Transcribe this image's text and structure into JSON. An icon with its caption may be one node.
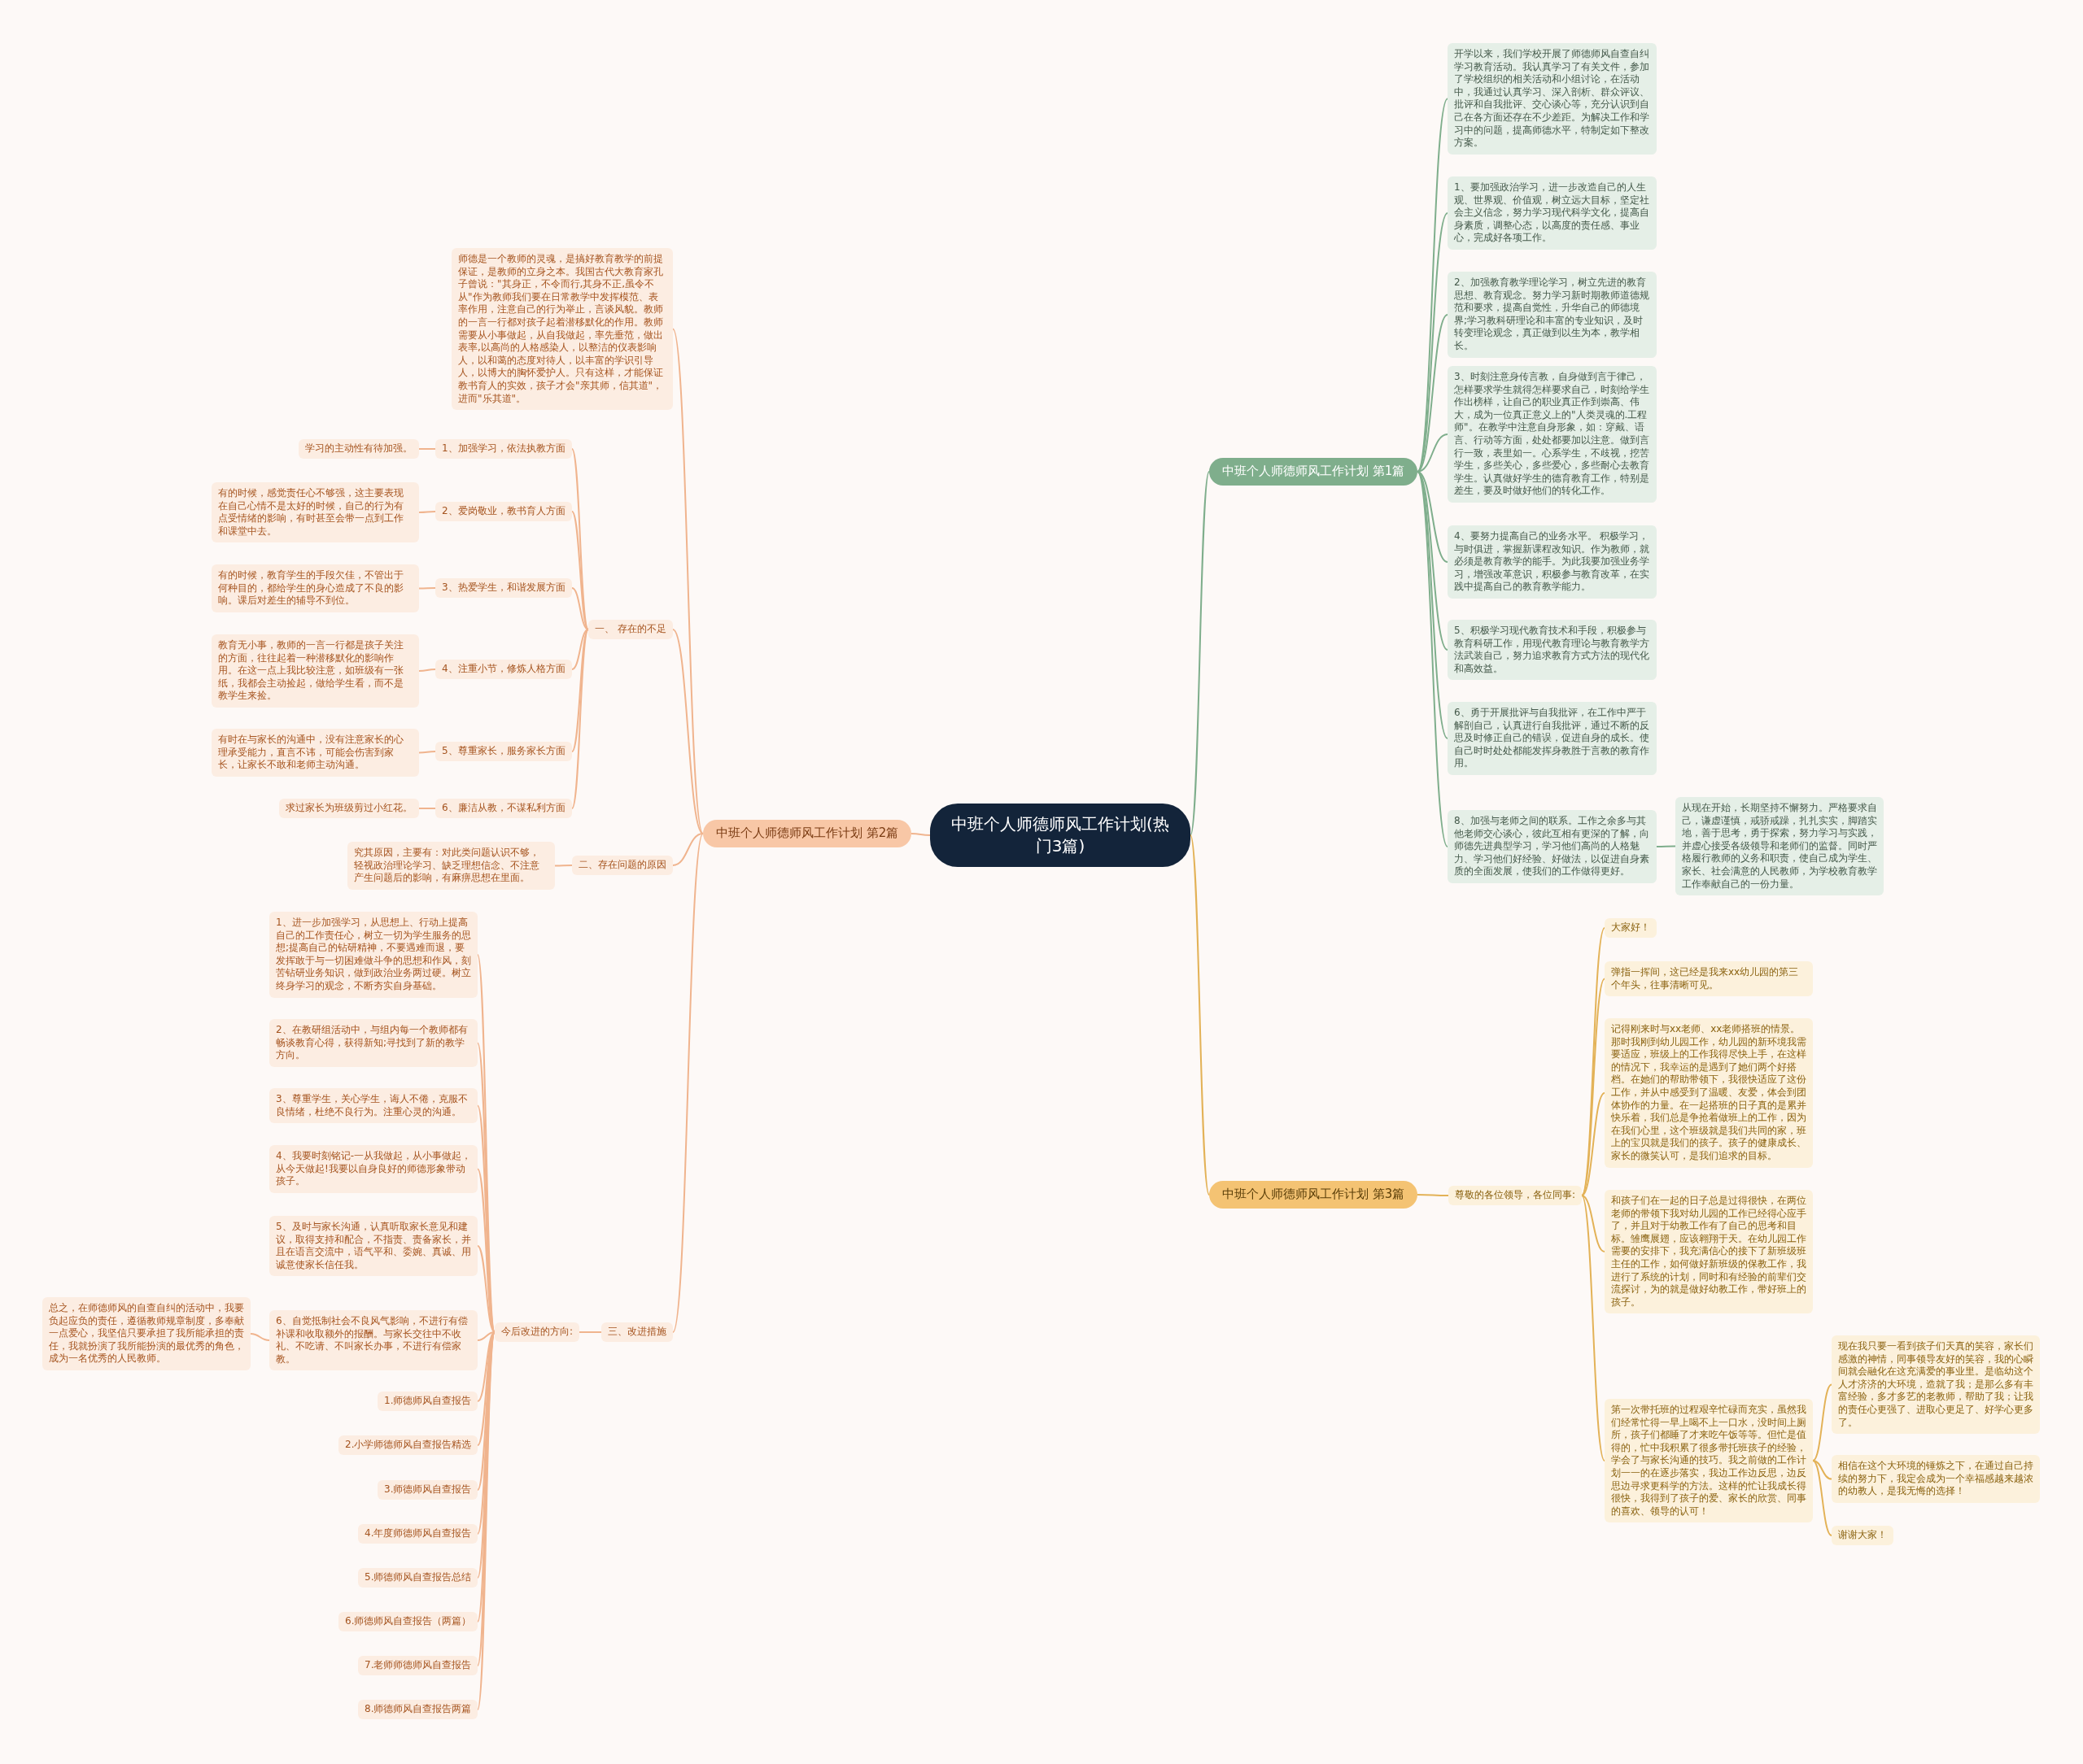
{
  "diagram": {
    "nodes": [
      {
        "text": [
          "中班个人师德师风工作计划(热门3篇)"
        ]
      },
      {
        "text": [
          "中班个人师德师风工作计划 第1篇"
        ]
      },
      {
        "text": [
          "开学以来，我们学校开展了师德师风自查自纠学习教育活动。我认真学习了有关文件，参加了学校组织的相关活动和小组讨论，在活动中，我通过认真学习、深入剖析、群众评议、批评和自我批评、交心谈心等，充分认识到自己在各方面还存在不少差距。为解决工作和学习中的问题，提高师德水平，特制定如下整改方案。"
        ]
      },
      {
        "text": [
          "1、要加强政治学习，进一步改造自己的人生观、世界观、价值观，树立远大目标，坚定社会主义信念，努力学习现代科学文化，提高自身素质，调整心态，以高度的责任感、事业心，完成好各项工作。"
        ]
      },
      {
        "text": [
          "2、加强教育教学理论学习，树立先进的教育思想、教育观念。努力学习新时期教师道德规范和要求，提高自觉性，升华自己的师德境界;学习教科研理论和丰富的专业知识，及时转变理论观念，真正做到以生为本，教学相长。"
        ]
      },
      {
        "text": [
          "3、时刻注意身传言教，自身做到言于律己，怎样要求学生就得怎样要求自己，时刻给学生作出榜样，让自己的职业真正作到崇高、伟大，成为一位真正意义上的\"人类灵魂的.工程师\"。在教学中注意自身形象，如：穿戴、语言、行动等方面，处处都要加以注意。做到言行一致，表里如一。心系学生，不歧视，挖苦学生，多些关心，多些爱心，多些耐心去教育学生。认真做好学生的德育教育工作，特别是差生，要及时做好他们的转化工作。"
        ]
      },
      {
        "text": [
          "4、要努力提高自己的业务水平。 积极学习，与时俱进，掌握新课程改知识。作为教师，就必须是教育教学的能手。为此我要加强业务学习，增强改革意识，积极参与教育改革，在实践中提高自己的教育教学能力。"
        ]
      },
      {
        "text": [
          "5、积极学习现代教育技术和手段，积极参与教育科研工作，用现代教育理论与教育教学方法武装自己，努力追求教育方式方法的现代化和高效益。"
        ]
      },
      {
        "text": [
          "6、勇于开展批评与自我批评，在工作中严于解剖自己，认真进行自我批评，通过不断的反思及时修正自己的错误，促进自身的成长。使自己时时处处都能发挥身教胜于言教的教育作用。"
        ]
      },
      {
        "text": [
          "8、加强与老师之间的联系。工作之余多与其他老师交心谈心，彼此互相有更深的了解，向师德先进典型学习，学习他们高尚的人格魅力、学习他们好经验、好做法，以促进自身素质的全面发展，使我们的工作做得更好。"
        ]
      },
      {
        "text": [
          "从现在开始，长期坚持不懈努力。严格要求自己，谦虚谨慎，戒骄戒躁，扎扎实实，脚踏实地，善于思考，勇于探索，努力学习与实践，并虚心接受各级领导和老师们的监督。同时严格履行教师的义务和职责，使自己成为学生、家长、社会满意的人民教师，为学校教育教学工作奉献自己的一份力量。"
        ]
      },
      {
        "text": [
          "中班个人师德师风工作计划 第2篇"
        ]
      },
      {
        "text": [
          "师德是一个教师的灵魂，是搞好教育教学的前提保证，是教师的立身之本。我国古代大教育家孔子曾说：\"其身正，不令而行,其身不正,虽令不从\"作为教师我们要在日常教学中发挥模范、表率作用，注意自己的行为举止，言谈风貌。教师的一言一行都对孩子起着潜移默化的作用。教师需要从小事做起，从自我做起，率先垂范，做出表率,以高尚的人格感染人，以整洁的仪表影响人，以和蔼的态度对待人，以丰富的学识引导人，以博大的胸怀爱护人。只有这样，才能保证教书育人的实效，孩子才会\"亲其师，信其道\"，进而\"乐其道\"。"
        ]
      },
      {
        "text": [
          "一、 存在的不足"
        ]
      },
      {
        "text": [
          "1、加强学习，依法执教方面"
        ]
      },
      {
        "text": [
          "学习的主动性有待加强。"
        ]
      },
      {
        "text": [
          "2、爱岗敬业，教书育人方面"
        ]
      },
      {
        "text": [
          "有的时候，感觉责任心不够强，这主要表现在自己心情不是太好的时候，自己的行为有点受情绪的影响，有时甚至会带一点到工作和课堂中去。"
        ]
      },
      {
        "text": [
          "3、热爱学生，和谐发展方面"
        ]
      },
      {
        "text": [
          "有的时候，教育学生的手段欠佳，不管出于何种目的，都给学生的身心造成了不良的影响。课后对差生的辅导不到位。"
        ]
      },
      {
        "text": [
          "4、注重小节，修炼人格方面"
        ]
      },
      {
        "text": [
          "教育无小事，教师的一言一行都是孩子关注的方面，往往起着一种潜移默化的影响作用。在这一点上我比较注意，如班级有一张纸，我都会主动捡起，做给学生看，而不是教学生来捡。"
        ]
      },
      {
        "text": [
          "5、尊重家长，服务家长方面"
        ]
      },
      {
        "text": [
          "有时在与家长的沟通中，没有注意家长的心理承受能力，直言不讳，可能会伤害到家长，让家长不敢和老师主动沟通。"
        ]
      },
      {
        "text": [
          "6、廉洁从教，不谋私利方面"
        ]
      },
      {
        "text": [
          "求过家长为班级剪过小红花。"
        ]
      },
      {
        "text": [
          "二、存在问题的原因"
        ]
      },
      {
        "text": [
          "究其原因，主要有：对此类问题认识不够，轻视政治理论学习、缺乏理想信念、不注意产生问题后的影响，有麻痹思想在里面。"
        ]
      },
      {
        "text": [
          "三、改进措施"
        ]
      },
      {
        "text": [
          "今后改进的方向:"
        ]
      },
      {
        "text": [
          "1、进一步加强学习，从思想上、行动上提高自己的工作责任心，树立一切为学生服务的思想;提高自己的钻研精神，不要遇难而退，要发挥敢于与一切困难做斗争的思想和作风，刻苦钻研业务知识，做到政治业务两过硬。树立终身学习的观念，不断夯实自身基础。"
        ]
      },
      {
        "text": [
          "2、在教研组活动中，与组内每一个教师都有畅谈教育心得，获得新知;寻找到了新的教学方向。"
        ]
      },
      {
        "text": [
          "3、尊重学生，关心学生，诲人不倦，克服不良情绪，杜绝不良行为。注重心灵的沟通。"
        ]
      },
      {
        "text": [
          "4、我要时刻铭记-一从我做起，从小事做起，从今天做起!我要以自身良好的师德形象带动孩子。"
        ]
      },
      {
        "text": [
          "5、及时与家长沟通，认真听取家长意见和建议，取得支持和配合，不指责、责备家长，并且在语言交流中，语气平和、委婉、真诚、用诚意使家长信任我。"
        ]
      },
      {
        "text": [
          "6、自觉抵制社会不良风气影响，不进行有偿补课和收取额外的报酬。与家长交往中不收礼、不吃请、不叫家长办事，不进行有偿家教。"
        ]
      },
      {
        "text": [
          "总之，在师德师风的自查自纠的活动中，我要负起应负的责任，遵循教师规章制度，多奉献一点爱心，我坚信只要承担了我所能承担的责任，我就扮演了我所能扮演的最优秀的角色，成为一名优秀的人民教师。"
        ]
      },
      {
        "text": [
          "1.师德师风自查报告"
        ]
      },
      {
        "text": [
          "2.小学师德师风自查报告精选"
        ]
      },
      {
        "text": [
          "3.师德师风自查报告"
        ]
      },
      {
        "text": [
          "4.年度师德师风自查报告"
        ]
      },
      {
        "text": [
          "5.师德师风自查报告总结"
        ]
      },
      {
        "text": [
          "6.师德师风自查报告（两篇）"
        ]
      },
      {
        "text": [
          "7.老师师德师风自查报告"
        ]
      },
      {
        "text": [
          "8.师德师风自查报告两篇"
        ]
      },
      {
        "text": [
          "中班个人师德师风工作计划 第3篇"
        ]
      },
      {
        "text": [
          "尊敬的各位领导，各位同事:"
        ]
      },
      {
        "text": [
          "大家好！"
        ]
      },
      {
        "text": [
          "弹指一挥间，这已经是我来xx幼儿园的第三个年头，往事清晰可见。"
        ]
      },
      {
        "text": [
          "记得刚来时与xx老师、xx老师搭班的情景。那时我刚到幼儿园工作，幼儿园的新环境我需要适应，班级上的工作我得尽快上手，在这样的情况下，我幸运的是遇到了她们两个好搭档。在她们的帮助带领下，我很快适应了这份工作，并从中感受到了温暖、友爱，体会到团体协作的力量。在一起搭班的日子真的是累并快乐着，我们总是争抢着做班上的工作，因为在我们心里，这个班级就是我们共同的家，班上的宝贝就是我们的孩子。孩子的健康成长、家长的微笑认可，是我们追求的目标。"
        ]
      },
      {
        "text": [
          "和孩子们在一起的日子总是过得很快，在两位老师的带领下我对幼儿园的工作已经得心应手了，并且对于幼教工作有了自己的思考和目标。雏鹰展翅，应该翱翔于天。在幼儿园工作需要的安排下，我充满信心的接下了新班级班主任的工作，如何做好新班级的保教工作，我进行了系统的计划，同时和有经验的前辈们交流探讨，为的就是做好幼教工作，带好班上的孩子。"
        ]
      },
      {
        "text": [
          "第一次带托班的过程艰辛忙碌而充实，虽然我们经常忙得一早上喝不上一口水，没时间上厕所，孩子们都睡了才来吃午饭等等。但忙是值得的，忙中我积累了很多带托班孩子的经验，学会了与家长沟通的技巧。我之前做的工作计划一一的在逐步落实，我边工作边反思，边反思边寻求更科学的方法。这样的忙让我成长得很快，我得到了孩子的爱、家长的欣赏、同事的喜欢、领导的认可！"
        ]
      },
      {
        "text": [
          "现在我只要一看到孩子们天真的笑容，家长们感激的神情，同事领导友好的笑容，我的心瞬间就会融化在这充满爱的事业里。是临幼这个人才济济的大环境，造就了我；是那么多有丰富经验，多才多艺的老教师，帮助了我；让我的责任心更强了、进取心更足了、好学心更多了。"
        ]
      },
      {
        "text": [
          "相信在这个大环境的锤炼之下，在通过自己持续的努力下，我定会成为一个幸福感越来越浓的幼教人，是我无悔的选择！"
        ]
      },
      {
        "text": [
          "谢谢大家！"
        ]
      }
    ],
    "edges": [
      {
        "from": 0,
        "to": 1,
        "arrow": "none",
        "color": "#7fae8c"
      },
      {
        "from": 1,
        "to": 2,
        "arrow": "none",
        "color": "#7fae8c"
      },
      {
        "from": 1,
        "to": 3,
        "arrow": "none",
        "color": "#7fae8c"
      },
      {
        "from": 1,
        "to": 4,
        "arrow": "none",
        "color": "#7fae8c"
      },
      {
        "from": 1,
        "to": 5,
        "arrow": "none",
        "color": "#7fae8c"
      },
      {
        "from": 1,
        "to": 6,
        "arrow": "none",
        "color": "#7fae8c"
      },
      {
        "from": 1,
        "to": 7,
        "arrow": "none",
        "color": "#7fae8c"
      },
      {
        "from": 1,
        "to": 8,
        "arrow": "none",
        "color": "#7fae8c"
      },
      {
        "from": 1,
        "to": 9,
        "arrow": "none",
        "color": "#7fae8c"
      },
      {
        "from": 9,
        "to": 10,
        "arrow": "none",
        "color": "#7fae8c"
      },
      {
        "from": 0,
        "to": 11,
        "arrow": "none"
      },
      {
        "from": 11,
        "to": 12,
        "arrow": "none"
      },
      {
        "from": 11,
        "to": 13,
        "arrow": "none"
      },
      {
        "from": 13,
        "to": 14,
        "arrow": "none"
      },
      {
        "from": 14,
        "to": 15,
        "arrow": "none"
      },
      {
        "from": 13,
        "to": 16,
        "arrow": "none"
      },
      {
        "from": 16,
        "to": 17,
        "arrow": "none"
      },
      {
        "from": 13,
        "to": 18,
        "arrow": "none"
      },
      {
        "from": 18,
        "to": 19,
        "arrow": "none"
      },
      {
        "from": 13,
        "to": 20,
        "arrow": "none"
      },
      {
        "from": 20,
        "to": 21,
        "arrow": "none"
      },
      {
        "from": 13,
        "to": 22,
        "arrow": "none"
      },
      {
        "from": 22,
        "to": 23,
        "arrow": "none"
      },
      {
        "from": 13,
        "to": 24,
        "arrow": "none"
      },
      {
        "from": 24,
        "to": 25,
        "arrow": "none"
      },
      {
        "from": 11,
        "to": 26,
        "arrow": "none"
      },
      {
        "from": 26,
        "to": 27,
        "arrow": "none"
      },
      {
        "from": 11,
        "to": 28,
        "arrow": "none"
      },
      {
        "from": 28,
        "to": 29,
        "arrow": "none"
      },
      {
        "from": 29,
        "to": 30,
        "arrow": "none"
      },
      {
        "from": 29,
        "to": 31,
        "arrow": "none"
      },
      {
        "from": 29,
        "to": 32,
        "arrow": "none"
      },
      {
        "from": 29,
        "to": 33,
        "arrow": "none"
      },
      {
        "from": 29,
        "to": 34,
        "arrow": "none"
      },
      {
        "from": 29,
        "to": 35,
        "arrow": "none"
      },
      {
        "from": 35,
        "to": 36,
        "arrow": "none"
      },
      {
        "from": 29,
        "to": 37,
        "arrow": "none"
      },
      {
        "from": 29,
        "to": 38,
        "arrow": "none"
      },
      {
        "from": 29,
        "to": 39,
        "arrow": "none"
      },
      {
        "from": 29,
        "to": 40,
        "arrow": "none"
      },
      {
        "from": 29,
        "to": 41,
        "arrow": "none"
      },
      {
        "from": 29,
        "to": 42,
        "arrow": "none"
      },
      {
        "from": 29,
        "to": 43,
        "arrow": "none"
      },
      {
        "from": 29,
        "to": 44,
        "arrow": "none"
      },
      {
        "from": 0,
        "to": 45,
        "arrow": "none",
        "color": "#e3b257"
      },
      {
        "from": 45,
        "to": 46,
        "arrow": "none",
        "color": "#e3b257"
      },
      {
        "from": 46,
        "to": 47,
        "arrow": "none",
        "color": "#e3b257"
      },
      {
        "from": 46,
        "to": 48,
        "arrow": "none",
        "color": "#e3b257"
      },
      {
        "from": 46,
        "to": 49,
        "arrow": "none",
        "color": "#e3b257"
      },
      {
        "from": 46,
        "to": 50,
        "arrow": "none",
        "color": "#e3b257"
      },
      {
        "from": 46,
        "to": 51,
        "arrow": "none",
        "color": "#e3b257"
      },
      {
        "from": 51,
        "to": 52,
        "arrow": "none",
        "color": "#e3b257"
      },
      {
        "from": 51,
        "to": 53,
        "arrow": "none",
        "color": "#e3b257"
      },
      {
        "from": 51,
        "to": 54,
        "arrow": "none",
        "color": "#e3b257"
      }
    ]
  }
}
